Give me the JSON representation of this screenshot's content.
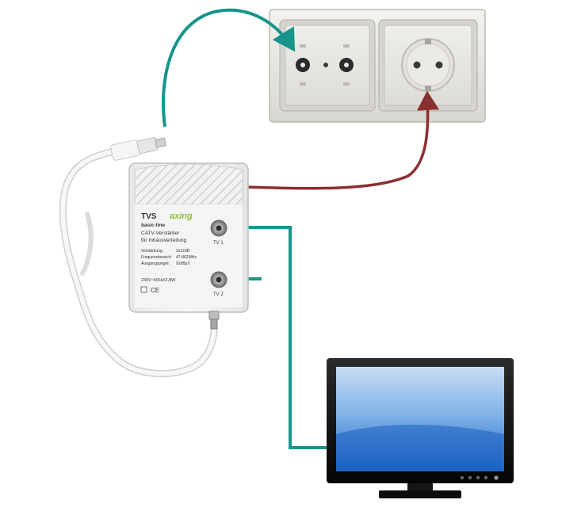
{
  "amplifier": {
    "model": "TVS",
    "line": "basic-line",
    "brand": "axing",
    "type": "CATV-Verstärker",
    "purpose": "für Inhausverteilung",
    "specs": [
      {
        "label": "Verstärkung:",
        "value": "2x12dB"
      },
      {
        "label": "Frequenzbereich:",
        "value": "47-862MHz"
      },
      {
        "label": "Ausgangspegel:",
        "value": "92dBµV"
      }
    ],
    "power": "230V~50Hz/2,8W",
    "ce_mark": "CE",
    "port1_label": "TV 1",
    "port2_label": "TV 2"
  },
  "colors": {
    "signal_cable": "#17958a",
    "power_cable": "#8a2f2f",
    "coax_white": "#f4f4f4",
    "screen_top": "#7fb0e6",
    "screen_bottom": "#1a63c7"
  },
  "icons": {
    "wall_socket": "antenna-socket-icon",
    "power_outlet": "schuko-outlet-icon",
    "monitor": "tv-monitor-icon"
  }
}
